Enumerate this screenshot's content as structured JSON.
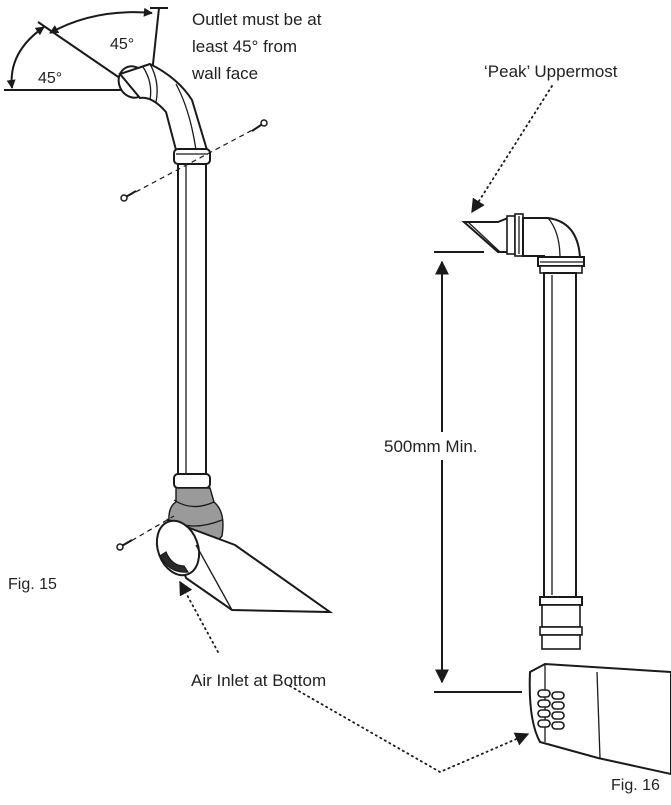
{
  "fig15": {
    "label": "Fig. 15",
    "note_lines": [
      "Outlet must be at",
      "least 45° from",
      "wall face"
    ],
    "angle_upper": "45°",
    "angle_lower": "45°",
    "air_inlet": "Air Inlet at Bottom"
  },
  "fig16": {
    "label": "Fig. 16",
    "peak": "‘Peak’ Uppermost",
    "min_height": "500mm Min."
  }
}
